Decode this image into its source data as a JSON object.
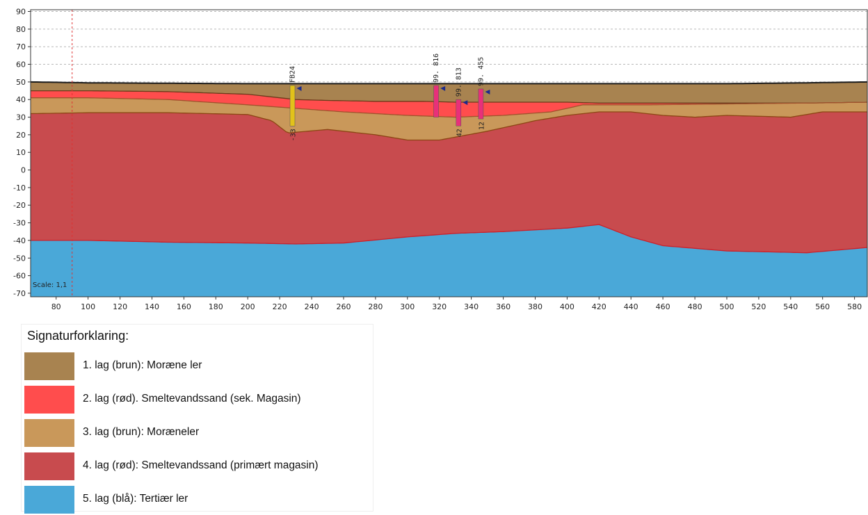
{
  "chart_data": {
    "type": "area",
    "title": "",
    "xlabel": "",
    "ylabel": "",
    "xlim": [
      64,
      588
    ],
    "ylim": [
      -72,
      91
    ],
    "x_ticks": [
      80,
      100,
      120,
      140,
      160,
      180,
      200,
      220,
      240,
      260,
      280,
      300,
      320,
      340,
      360,
      380,
      400,
      420,
      440,
      460,
      480,
      500,
      520,
      540,
      560,
      580
    ],
    "y_ticks": [
      90,
      80,
      70,
      60,
      50,
      40,
      30,
      20,
      10,
      0,
      -10,
      -20,
      -30,
      -40,
      -50,
      -60,
      -70
    ],
    "grid": true,
    "scale_label": "Scale: 1,1",
    "vertical_marker_x": 90,
    "surfaces": {
      "terrain": {
        "x": [
          64,
          100,
          200,
          250,
          300,
          340,
          400,
          450,
          500,
          550,
          588
        ],
        "y": [
          50,
          49.5,
          49,
          49,
          49,
          49,
          49,
          49,
          49,
          49.5,
          50
        ]
      },
      "base_layer1": {
        "x": [
          64,
          100,
          150,
          200,
          230,
          250,
          280,
          310,
          330,
          360,
          400,
          420,
          450,
          500,
          550,
          588
        ],
        "y": [
          45,
          45,
          44.5,
          43,
          40,
          39.5,
          39,
          39,
          38.5,
          38.5,
          38.5,
          38,
          38,
          38,
          38,
          38.5
        ]
      },
      "base_layer2": {
        "x": [
          64,
          100,
          150,
          200,
          230,
          260,
          300,
          330,
          360,
          390,
          410,
          415,
          450,
          500,
          550,
          588
        ],
        "y": [
          41,
          41,
          40,
          37,
          35,
          33,
          31,
          30,
          31,
          33,
          37,
          37,
          37,
          37.5,
          38,
          38.5
        ]
      },
      "base_layer3": {
        "x": [
          64,
          100,
          150,
          200,
          215,
          225,
          250,
          280,
          300,
          320,
          350,
          380,
          400,
          420,
          440,
          460,
          480,
          500,
          540,
          560,
          588
        ],
        "y": [
          32,
          32.5,
          32.5,
          31.5,
          28,
          21,
          23,
          20,
          17,
          17,
          22,
          28,
          31,
          33,
          33,
          31,
          30,
          31,
          30,
          33,
          33
        ]
      },
      "base_layer4": {
        "x": [
          64,
          100,
          150,
          200,
          230,
          260,
          300,
          330,
          360,
          400,
          420,
          440,
          460,
          500,
          550,
          588
        ],
        "y": [
          -40,
          -40,
          -41,
          -41.5,
          -42,
          -41.5,
          -38,
          -36,
          -35,
          -33,
          -31,
          -38,
          -43,
          -46,
          -47,
          -44
        ]
      },
      "bottom": -72
    },
    "boreholes": [
      {
        "label": "FB24",
        "x": 228,
        "top": 48,
        "bottom": 25,
        "bottom_label": "-33",
        "color": "#e2c21a"
      },
      {
        "label": "99. 816",
        "x": 318,
        "top": 48,
        "bottom": 30,
        "bottom_label": "",
        "color": "#e8307a"
      },
      {
        "label": "99. 813",
        "x": 332,
        "top": 40,
        "bottom": 25,
        "bottom_label": "42",
        "color": "#e8307a"
      },
      {
        "label": "99. 455",
        "x": 346,
        "top": 46,
        "bottom": 29,
        "bottom_label": "12",
        "color": "#e8307a"
      }
    ]
  },
  "legend": {
    "title": "Signaturforklaring:",
    "items": [
      {
        "label": "1. lag (brun): Moræne ler",
        "color": "#a88350"
      },
      {
        "label": "2. lag (rød). Smeltevandssand (sek. Magasin)",
        "color": "#ff4d4d"
      },
      {
        "label": "3. lag (brun): Moræneler",
        "color": "#c9985a"
      },
      {
        "label": "4. lag (rød):  Smeltevandssand (primært magasin)",
        "color": "#c84b4e"
      },
      {
        "label": "5. lag (blå): Tertiær ler",
        "color": "#4aa8d8"
      }
    ]
  }
}
